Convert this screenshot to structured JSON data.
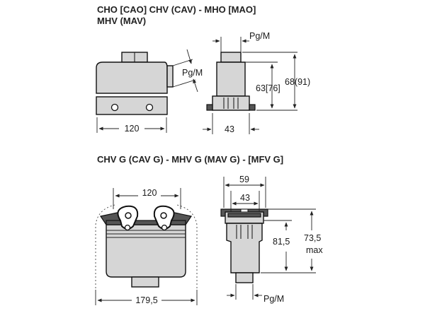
{
  "section_top": {
    "title_line1": "CHO [CAO]  CHV (CAV) - MHO [MAO]",
    "title_line2": "MHV (MAV)",
    "dim_width_front": "120",
    "dim_width_side": "43",
    "dim_height_body": "63[76]",
    "dim_height_total": "68(91)",
    "thread_top": "Pg/M",
    "thread_side": "Pg/M"
  },
  "section_bottom": {
    "title": "CHV G (CAV G) - MHV G (MAV G) - [MFV G]",
    "dim_width_inner": "120",
    "dim_width_total": "179,5",
    "dim_width_side_outer": "59",
    "dim_width_side_inner": "43",
    "dim_height_body": "81,5",
    "dim_height_max_value": "73,5",
    "dim_height_max_label": "max",
    "thread_bottom": "Pg/M"
  }
}
